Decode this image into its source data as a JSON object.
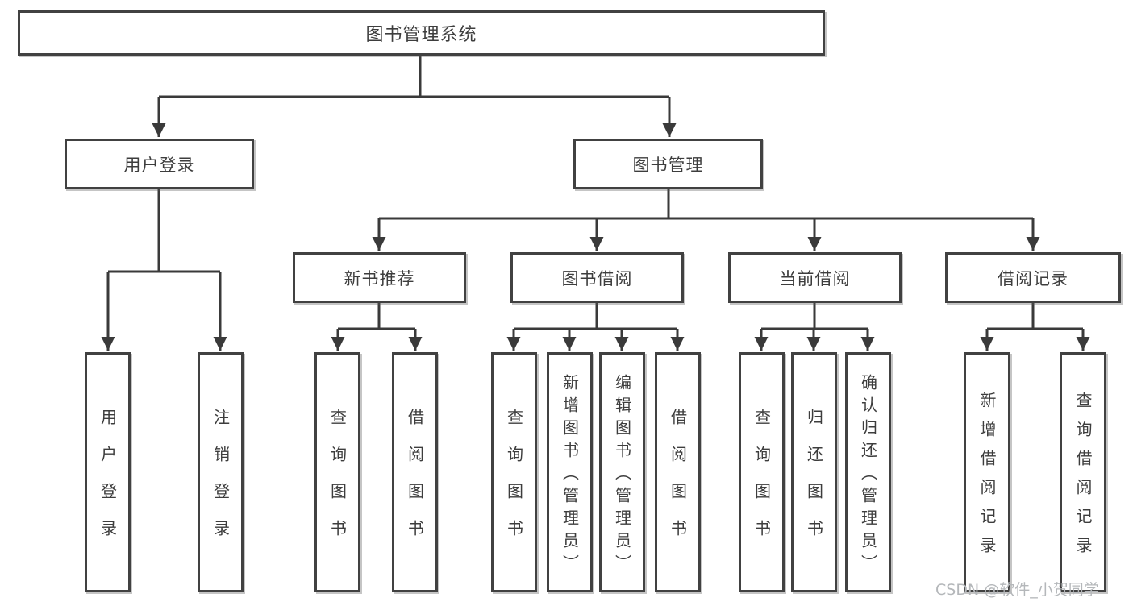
{
  "diagram": {
    "root": "图书管理系统",
    "branches": [
      {
        "label": "用户登录",
        "children": [
          "用户登录",
          "注销登录"
        ]
      },
      {
        "label": "图书管理",
        "children": [
          {
            "label": "新书推荐",
            "children": [
              "查询图书",
              "借阅图书"
            ]
          },
          {
            "label": "图书借阅",
            "children": [
              "查询图书",
              "新增图书（管理员）",
              "编辑图书（管理员）",
              "借阅图书"
            ]
          },
          {
            "label": "当前借阅",
            "children": [
              "查询图书",
              "归还图书",
              "确认归还（管理员）"
            ]
          },
          {
            "label": "借阅记录",
            "children": [
              "新增借阅记录",
              "查询借阅记录"
            ]
          }
        ]
      }
    ],
    "colors": {
      "line": "#3a3a3a",
      "border": "#414141",
      "text": "#3d3d3d",
      "background": "#ffffff",
      "watermark_color": "#b4b7ba"
    }
  },
  "watermark": {
    "text": "CSDN @软件_小贺同学"
  }
}
